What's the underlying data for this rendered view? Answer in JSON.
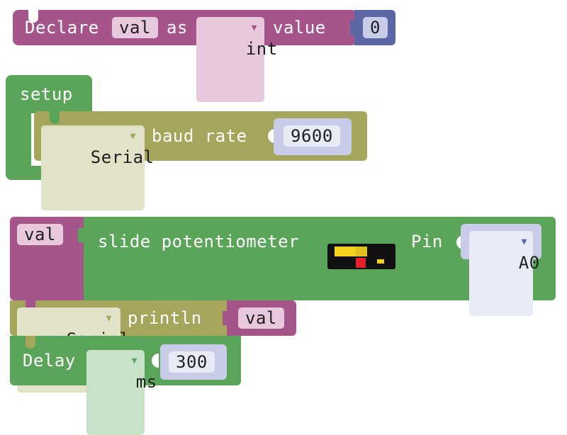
{
  "colors": {
    "variable": "#a5558a",
    "variable_input": "#5b67a5",
    "setup": "#5ba55b",
    "serial": "#a5a55b",
    "field_pink": "#e8c8dc",
    "field_olive": "#e2e2c8",
    "field_blue": "#c8cce8",
    "field_green": "#c8e2c8",
    "module_red": "#e8202a",
    "module_yellow": "#f2d21e"
  },
  "declare_block": {
    "label_declare": "Declare",
    "var_name": "val",
    "label_as": "as",
    "type_value": "int",
    "label_value": "value",
    "init_value": "0"
  },
  "setup_block": {
    "label": "setup",
    "serial_port": "Serial",
    "label_baud": "baud rate",
    "baud_value": "9600"
  },
  "loop_blocks": {
    "assign_var": "val",
    "sensor_label": "slide potentiometer",
    "pin_label": "Pin",
    "pin_value": "A0",
    "println_port": "Serial",
    "println_label": "println",
    "println_arg": "val",
    "delay_label": "Delay",
    "delay_unit": "ms",
    "delay_value": "300"
  }
}
